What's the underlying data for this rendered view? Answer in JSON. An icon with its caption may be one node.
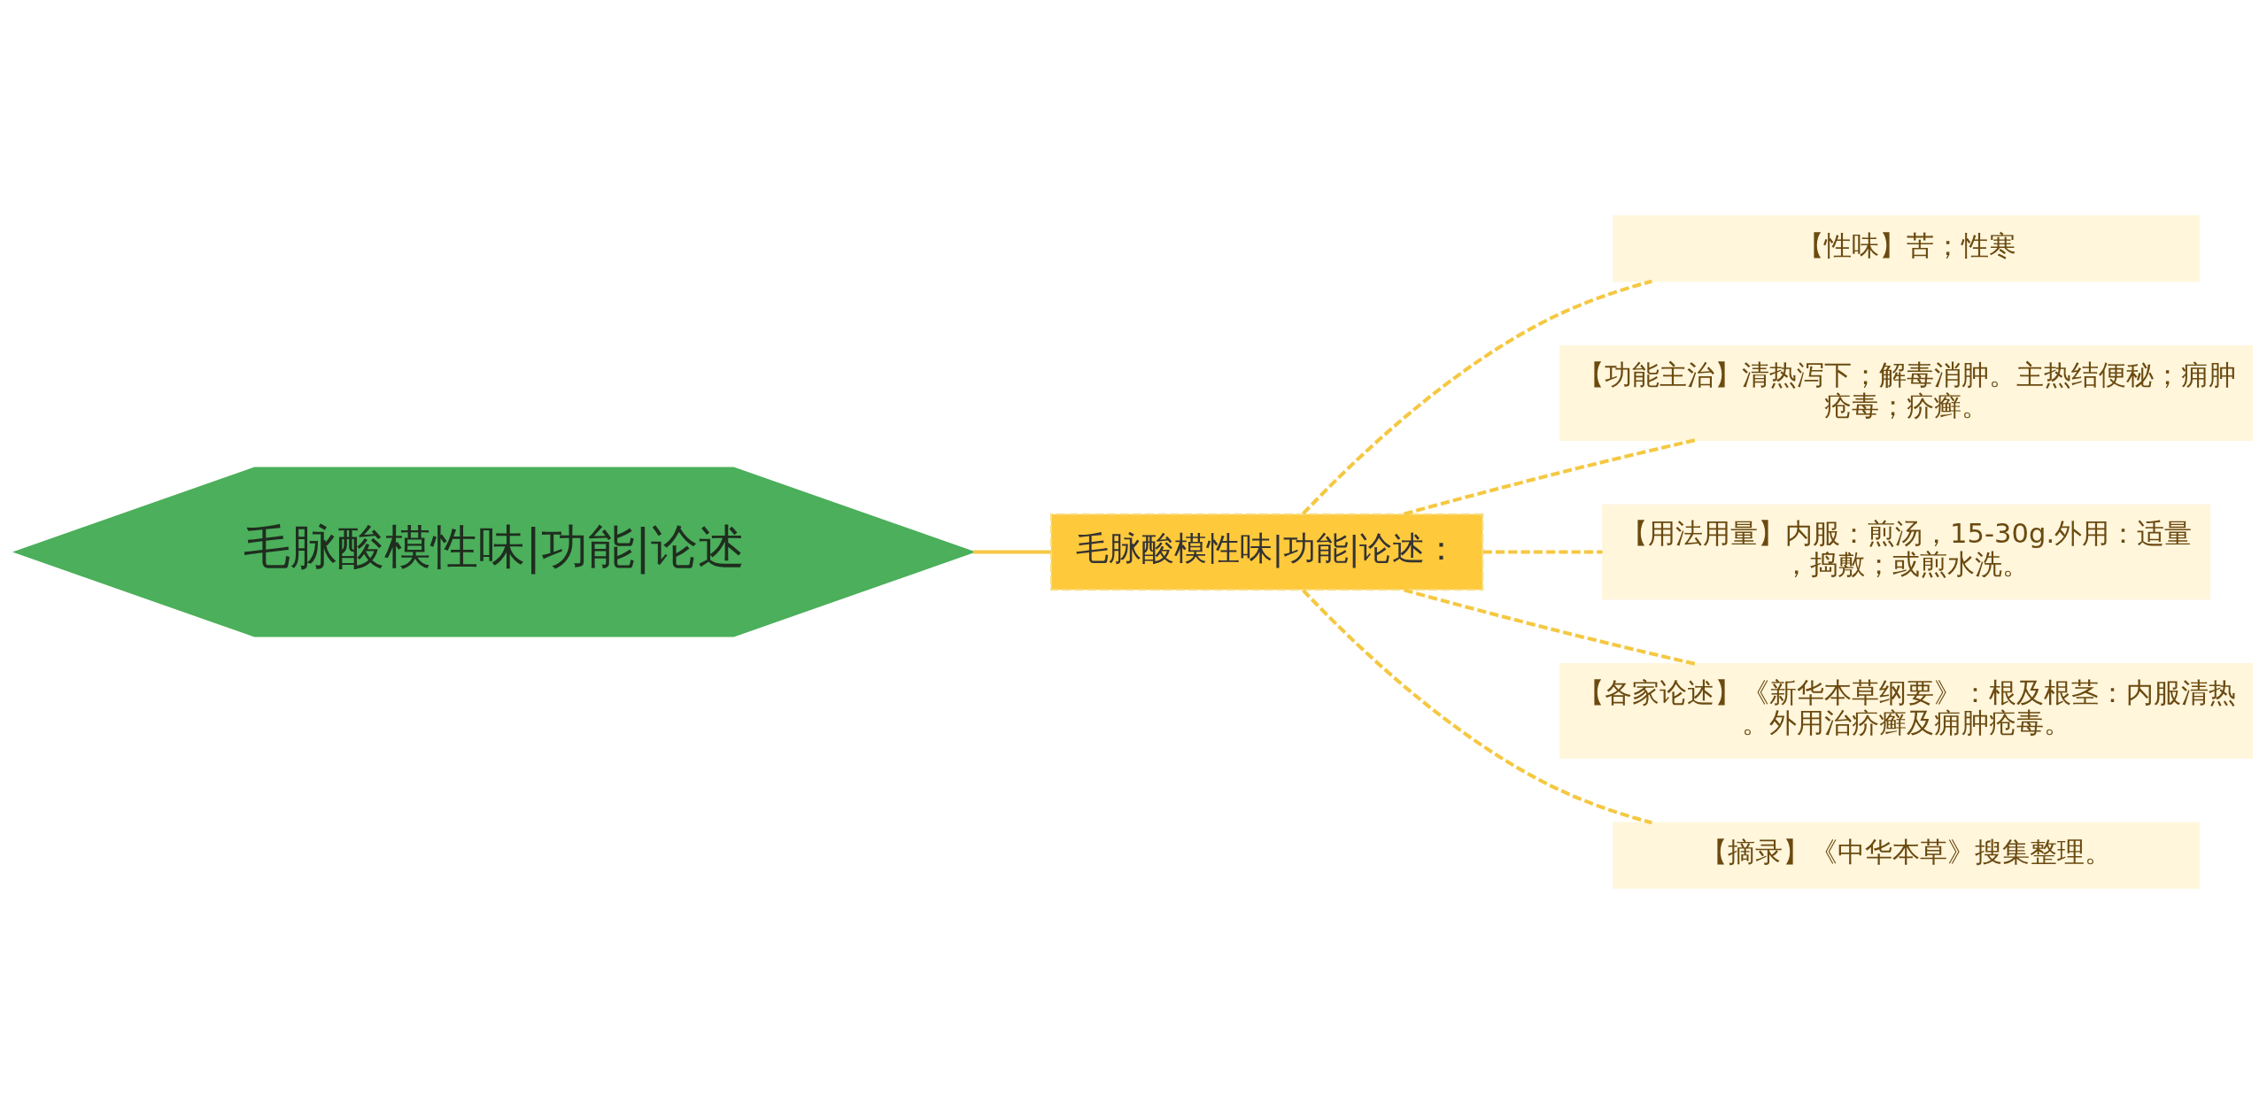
{
  "diagram": {
    "nodes": [
      {
        "text": [
          "毛脉酸模性味|功能|论述"
        ]
      },
      {
        "text": [
          "毛脉酸模性味|功能|论述："
        ]
      },
      {
        "text": [
          "【性味】苦；性寒"
        ]
      },
      {
        "text": [
          "【功能主治】清热泻下；解毒消肿。主热结便秘；痈肿疮毒；疥癣。"
        ]
      },
      {
        "text": [
          "【用法用量】内服：煎汤，15-30g.外用：适量，捣敷；或煎水洗。"
        ]
      },
      {
        "text": [
          "【各家论述】《新华本草纲要》：根及根茎：内服清热。外用治疥癣及痈肿疮毒。"
        ]
      },
      {
        "text": [
          "【摘录】《中华本草》搜集整理。"
        ]
      }
    ],
    "edges": [
      {
        "from": 0,
        "to": 1,
        "arrow": "none"
      },
      {
        "from": 1,
        "to": 2,
        "arrow": "none",
        "style": "dashed"
      },
      {
        "from": 1,
        "to": 3,
        "arrow": "none",
        "style": "dashed"
      },
      {
        "from": 1,
        "to": 4,
        "arrow": "none",
        "style": "dashed"
      },
      {
        "from": 1,
        "to": 5,
        "arrow": "none",
        "style": "dashed"
      },
      {
        "from": 1,
        "to": 6,
        "arrow": "none",
        "style": "dashed"
      }
    ]
  }
}
